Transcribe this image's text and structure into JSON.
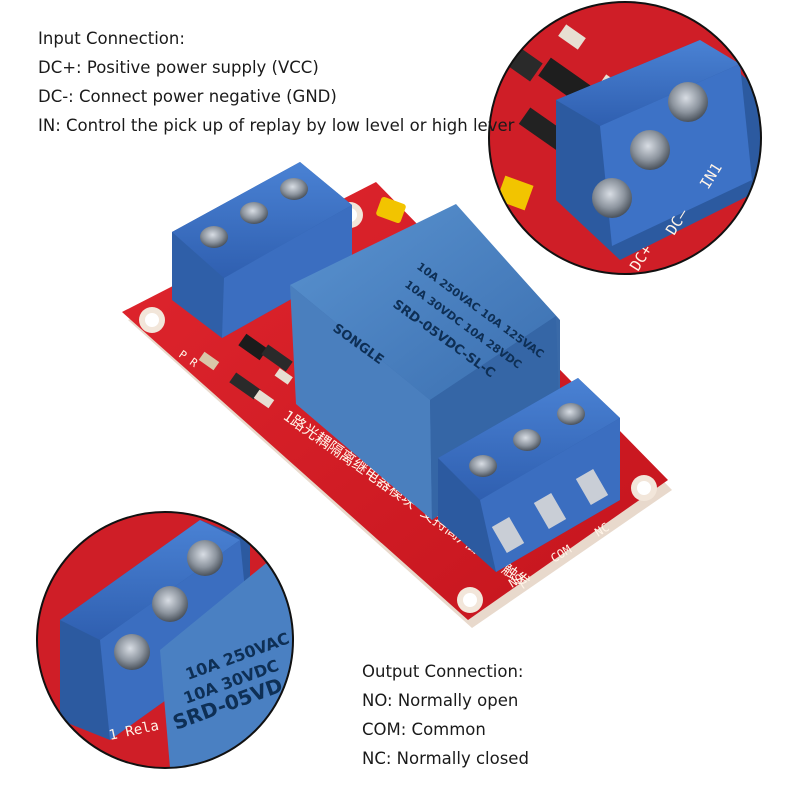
{
  "input_connection": {
    "heading": "Input Connection:",
    "lines": [
      "DC+: Positive power supply (VCC)",
      "DC-: Connect power negative (GND)",
      "IN: Control the pick up of replay by low level or high lever"
    ]
  },
  "output_connection": {
    "heading": "Output Connection:",
    "lines": [
      "NO: Normally open",
      "COM: Common",
      "NC: Normally closed"
    ]
  },
  "board_labels": {
    "output_pins": [
      "NO",
      "COM",
      "NC"
    ],
    "input_pins": [
      "DC+",
      "DC–",
      "IN1"
    ],
    "relay_model": "SRD-05VDC-SL-C",
    "relay_rating_1": "10A 250VAC 10A 125VAC",
    "relay_rating_2": "10A 30VDC 10A 28VDC",
    "relay_brand": "SONGLE",
    "silkscreen": "1路光耦隔离继电器模块 支持高/低电平触发",
    "zoom_relay_text_1": "10A 250VAC",
    "zoom_relay_text_2": "10A 30VDC",
    "zoom_relay_text_3": "SRD-05VD",
    "zoom_silk": "1 Rela"
  },
  "colors": {
    "pcb": "#d8202a",
    "terminal": "#3f74c8",
    "relay": "#4f86c6"
  }
}
